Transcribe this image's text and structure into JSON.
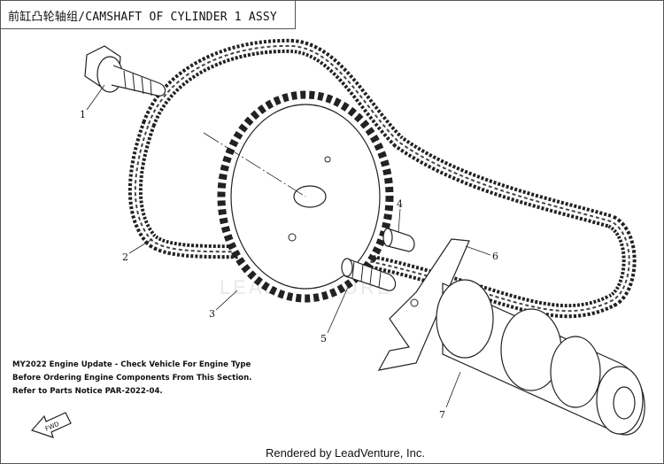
{
  "title": "前缸凸轮轴组/CAMSHAFT OF CYLINDER 1 ASSY",
  "callouts": [
    {
      "id": "1",
      "label": "1"
    },
    {
      "id": "2",
      "label": "2"
    },
    {
      "id": "3",
      "label": "3"
    },
    {
      "id": "4",
      "label": "4"
    },
    {
      "id": "5",
      "label": "5"
    },
    {
      "id": "6",
      "label": "6"
    },
    {
      "id": "7",
      "label": "7"
    }
  ],
  "notice": {
    "line1": "MY2022 Engine Update - Check Vehicle For Engine Type",
    "line2": "Before Ordering Engine Components From This Section.",
    "line3": "Refer to Parts Notice PAR-2022-04."
  },
  "watermark": "LEADVENTURE",
  "fwd_label": "FWD",
  "footer": "Rendered by LeadVenture, Inc."
}
